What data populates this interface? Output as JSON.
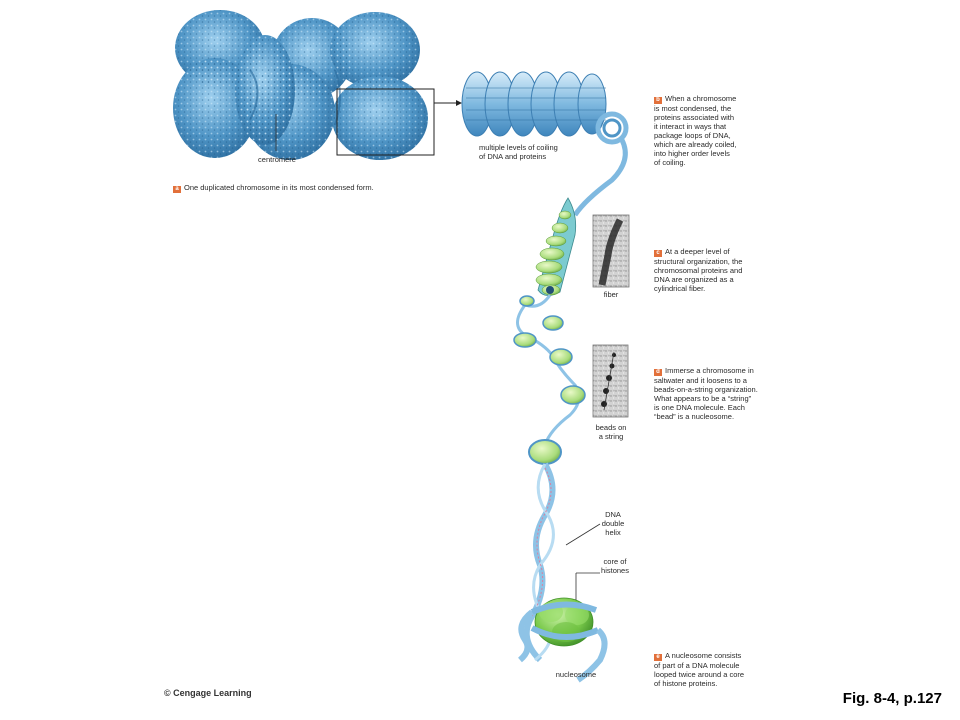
{
  "labels": {
    "centromere": "centromere",
    "coiling": "multiple levels of coiling\nof DNA and proteins",
    "fiber": "fiber",
    "beads": "beads on\na string",
    "dna_helix": "DNA\ndouble\nhelix",
    "core_histones": "core of\nhistones",
    "nucleosome": "nucleosome"
  },
  "captions": {
    "a": {
      "badge": "a",
      "text": "One duplicated chromosome in its most condensed form."
    },
    "b": {
      "badge": "b",
      "text": "When a chromosome\nis most condensed, the\nproteins associated with\nit interact in ways that\npackage loops of DNA,\nwhich are already coiled,\ninto higher order levels\nof coiling."
    },
    "c": {
      "badge": "c",
      "text": "At a deeper level of\nstructural organization, the\nchromosomal proteins and\nDNA are organized as a\ncylindrical fiber."
    },
    "d": {
      "badge": "d",
      "text": "Immerse a chromosome in\nsaltwater and it loosens to a\nbeads-on-a-string organization.\nWhat appears to be a “string”\nis one DNA molecule. Each\n“bead” is a nucleosome."
    },
    "e": {
      "badge": "e",
      "text": "A nucleosome consists\nof part of a DNA molecule\nlooped twice around a core\nof histone proteins."
    }
  },
  "footer": {
    "copyright": "© Cengage Learning",
    "figure_ref": "Fig. 8-4, p.127"
  },
  "colors": {
    "chromosome": "#4f95c6",
    "coil": "#8ec3e6",
    "histone": "#8fd46a",
    "badge": "#e2703a"
  }
}
